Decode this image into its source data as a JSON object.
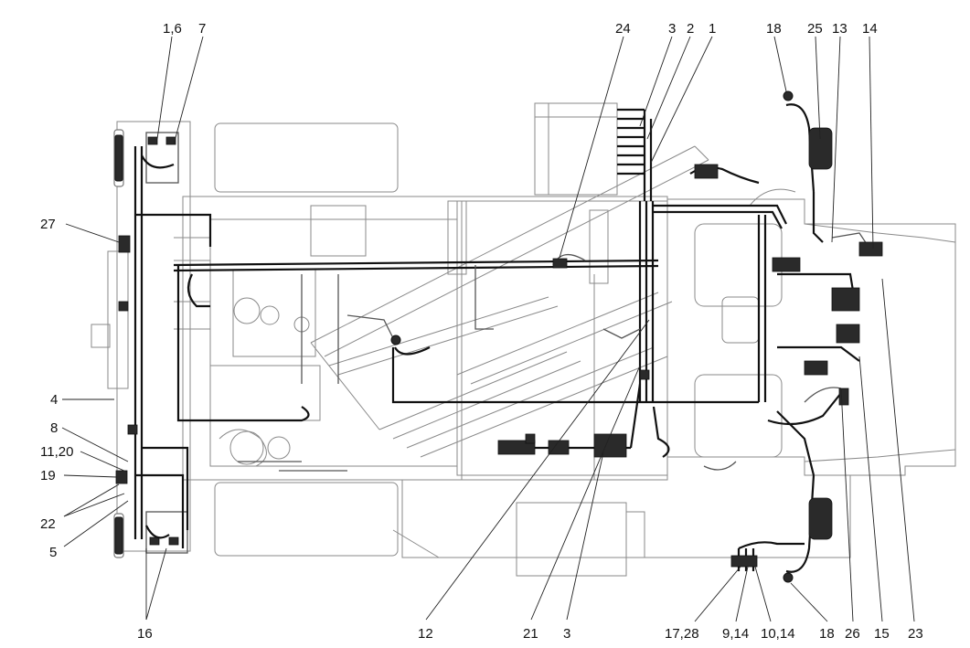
{
  "diagram": {
    "callouts": [
      {
        "id": "c-1-6",
        "text": "1,6"
      },
      {
        "id": "c-7-top",
        "text": "7"
      },
      {
        "id": "c-27",
        "text": "27"
      },
      {
        "id": "c-4",
        "text": "4"
      },
      {
        "id": "c-8",
        "text": "8"
      },
      {
        "id": "c-11-20",
        "text": "11,20"
      },
      {
        "id": "c-19",
        "text": "19"
      },
      {
        "id": "c-22",
        "text": "22"
      },
      {
        "id": "c-5",
        "text": "5"
      },
      {
        "id": "c-16",
        "text": "16"
      },
      {
        "id": "c-24",
        "text": "24"
      },
      {
        "id": "c-3-top",
        "text": "3"
      },
      {
        "id": "c-2",
        "text": "2"
      },
      {
        "id": "c-1",
        "text": "1"
      },
      {
        "id": "c-18-top",
        "text": "18"
      },
      {
        "id": "c-25",
        "text": "25"
      },
      {
        "id": "c-13",
        "text": "13"
      },
      {
        "id": "c-14-top",
        "text": "14"
      },
      {
        "id": "c-12",
        "text": "12"
      },
      {
        "id": "c-21",
        "text": "21"
      },
      {
        "id": "c-3-bottom",
        "text": "3"
      },
      {
        "id": "c-17-28",
        "text": "17,28"
      },
      {
        "id": "c-9-14",
        "text": "9,14"
      },
      {
        "id": "c-10-14",
        "text": "10,14"
      },
      {
        "id": "c-18-bottom",
        "text": "18"
      },
      {
        "id": "c-26",
        "text": "26"
      },
      {
        "id": "c-15",
        "text": "15"
      },
      {
        "id": "c-23",
        "text": "23"
      }
    ]
  }
}
